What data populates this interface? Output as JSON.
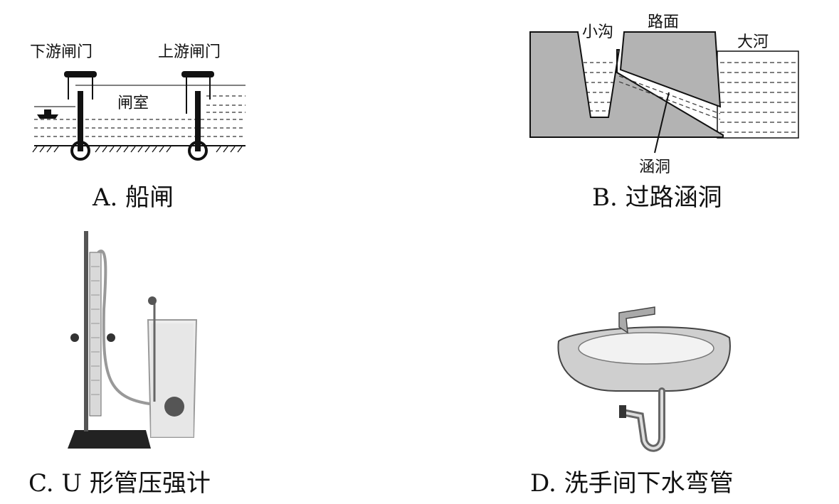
{
  "panels": [
    {
      "id": "A",
      "caption": "A. 船闸",
      "labels": {
        "downstream_gate": "下游闸门",
        "upstream_gate": "上游闸门",
        "chamber": "闸室"
      }
    },
    {
      "id": "B",
      "caption": "B. 过路涵洞",
      "labels": {
        "ditch": "小沟",
        "road": "路面",
        "river": "大河",
        "culvert": "涵洞"
      }
    },
    {
      "id": "C",
      "caption": "C. U 形管压强计"
    },
    {
      "id": "D",
      "caption": "D. 洗手间下水弯管"
    }
  ]
}
